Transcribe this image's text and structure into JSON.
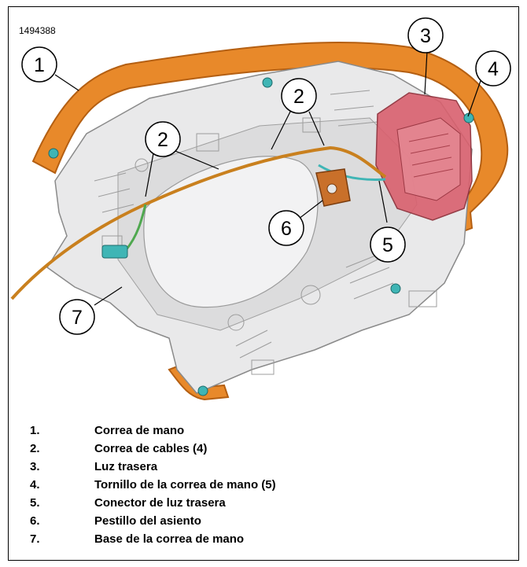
{
  "figure_id": "1494388",
  "callouts": [
    {
      "number": "1",
      "label": "Correa de mano"
    },
    {
      "number": "2",
      "label": "Correa de cables (4)"
    },
    {
      "number": "3",
      "label": "Luz trasera"
    },
    {
      "number": "4",
      "label": "Tornillo de la correa de mano (5)"
    },
    {
      "number": "5",
      "label": "Conector de luz trasera"
    },
    {
      "number": "6",
      "label": "Pestillo del asiento"
    },
    {
      "number": "7",
      "label": "Base de la correa de mano"
    }
  ],
  "legend": [
    {
      "num": "1.",
      "text": "Correa de mano"
    },
    {
      "num": "2.",
      "text": "Correa de cables (4)"
    },
    {
      "num": "3.",
      "text": "Luz trasera"
    },
    {
      "num": "4.",
      "text": "Tornillo de la correa de mano (5)"
    },
    {
      "num": "5.",
      "text": "Conector de luz trasera"
    },
    {
      "num": "6.",
      "text": "Pestillo del asiento"
    },
    {
      "num": "7.",
      "text": "Base de la correa de mano"
    }
  ],
  "colors": {
    "handrail": "#e8892a",
    "tail_light": "#d9606e",
    "base": "#e9e9ea",
    "cable": "#c9801e",
    "connector": "#3fb5b5"
  }
}
